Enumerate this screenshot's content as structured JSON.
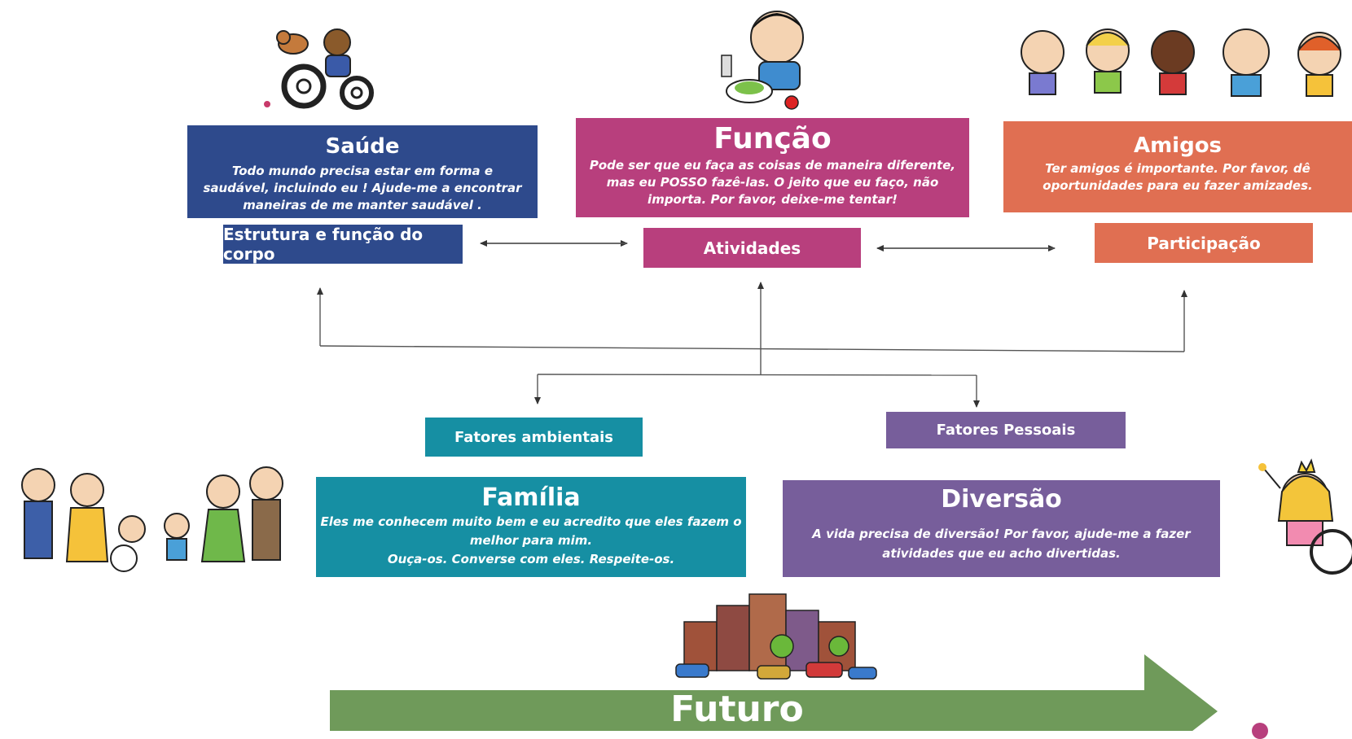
{
  "colors": {
    "saude": "#2e4a8c",
    "funcao": "#b83f7d",
    "amigos": "#e06f52",
    "ambiental": "#168fa3",
    "pessoal": "#775e9b",
    "futuro": "#6f9a5a"
  },
  "saude": {
    "title": "Saúde",
    "body": "Todo mundo precisa estar em forma e\nsaudável, incluindo eu ! Ajude-me a encontrar\nmaneiras de  me manter saudável .",
    "label": "Estrutura e função do corpo"
  },
  "funcao": {
    "title": "Função",
    "body": "Pode ser que eu faça as coisas de maneira diferente,\nmas eu POSSO fazê-las. O jeito que eu faço, não\nimporta. Por favor, deixe-me tentar!",
    "label": "Atividades"
  },
  "amigos": {
    "title": "Amigos",
    "body": "Ter amigos é importante. Por favor, dê\noportunidades para eu fazer amizades.",
    "label": "Participação"
  },
  "fatores": {
    "ambientais": "Fatores ambientais",
    "pessoais": "Fatores Pessoais"
  },
  "familia": {
    "title": "Família",
    "body": "Eles me conhecem muito bem e eu acredito que eles fazem o\nmelhor para mim.\nOuça-os. Converse com eles. Respeite-os."
  },
  "diversao": {
    "title": "Diversão",
    "body": "A vida precisa de diversão! Por favor, ajude-me a fazer\natividades que eu acho divertidas."
  },
  "futuro": {
    "label": "Futuro"
  }
}
